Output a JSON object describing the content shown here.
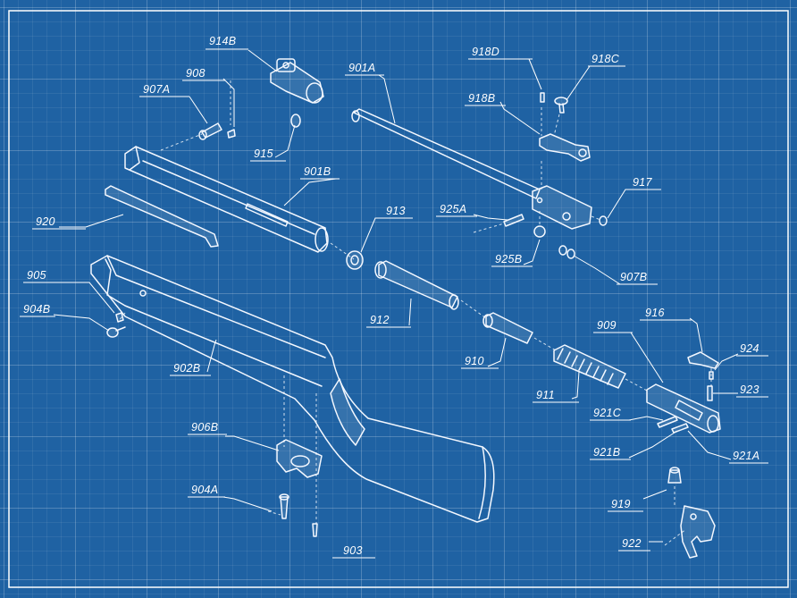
{
  "labels": {
    "l914B": "914B",
    "l908": "908",
    "l907A": "907A",
    "l915": "915",
    "l901B": "901B",
    "l920": "920",
    "l901A": "901A",
    "l918D": "918D",
    "l918C": "918C",
    "l918B": "918B",
    "l917": "917",
    "l913": "913",
    "l925A": "925A",
    "l925B": "925B",
    "l907B": "907B",
    "l905": "905",
    "l904B": "904B",
    "l902B": "902B",
    "l912": "912",
    "l910": "910",
    "l909": "909",
    "l916": "916",
    "l924": "924",
    "l911": "911",
    "l923": "923",
    "l921C": "921C",
    "l921B": "921B",
    "l921A": "921A",
    "l906B": "906B",
    "l904A": "904A",
    "l903": "903",
    "l919": "919",
    "l922": "922"
  }
}
